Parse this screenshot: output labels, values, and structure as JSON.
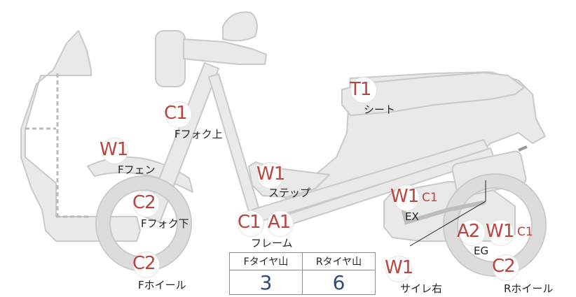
{
  "damage_markers": [
    {
      "id": "m-seat",
      "code": "T1"
    },
    {
      "id": "m-fork-upper",
      "code": "C1"
    },
    {
      "id": "m-fender",
      "code": "W1"
    },
    {
      "id": "m-step",
      "code": "W1"
    },
    {
      "id": "m-fork-lower",
      "code": "C2"
    },
    {
      "id": "m-frame-c",
      "code": "C1"
    },
    {
      "id": "m-frame-a",
      "code": "A1"
    },
    {
      "id": "m-ex-w",
      "code": "W1"
    },
    {
      "id": "m-ex-c",
      "code": "C1"
    },
    {
      "id": "m-eg-a",
      "code": "A2"
    },
    {
      "id": "m-eg-w",
      "code": "W1"
    },
    {
      "id": "m-eg-c",
      "code": "C1"
    },
    {
      "id": "m-front-wheel",
      "code": "C2"
    },
    {
      "id": "m-rear-wheel",
      "code": "C2"
    },
    {
      "id": "m-muffler",
      "code": "W1"
    }
  ],
  "labels": {
    "seat": "シート",
    "fork_upper": "Fフォク上",
    "fender": "Fフェン",
    "step": "ステップ",
    "fork_lower": "Fフォク下",
    "frame": "フレーム",
    "ex": "EX",
    "eg": "EG",
    "front_wheel": "Fホイール",
    "rear_wheel": "Rホイール",
    "muffler_right": "サイレ右"
  },
  "tire_table": {
    "front_header": "Fタイヤ山",
    "rear_header": "Rタイヤ山",
    "front_value": "3",
    "rear_value": "6"
  },
  "colors": {
    "part_fill": "#e9e9e9",
    "part_stroke": "#c9c9c9",
    "damage_code": "#b8453f",
    "tire_value": "#2d4b7a"
  }
}
